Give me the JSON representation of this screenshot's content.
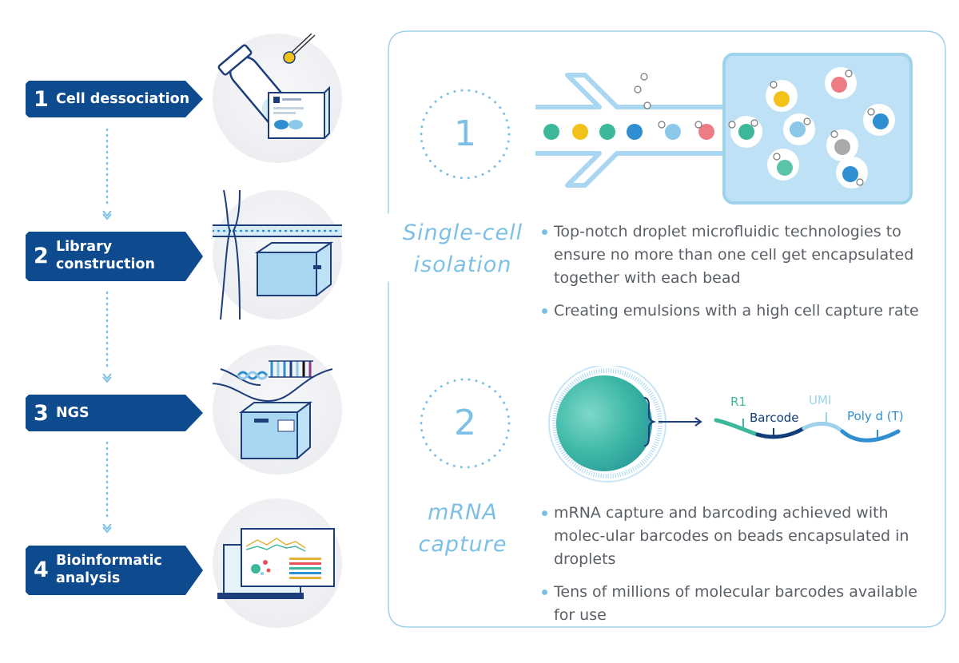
{
  "workflow": {
    "steps": [
      {
        "number": "1",
        "label_lines": [
          "Cell dessociation"
        ]
      },
      {
        "number": "2",
        "label_lines": [
          "Library",
          "construction"
        ]
      },
      {
        "number": "3",
        "label_lines": [
          "NGS"
        ]
      },
      {
        "number": "4",
        "label_lines": [
          "Bioinformatic",
          "analysis"
        ]
      }
    ]
  },
  "stages": [
    {
      "number": "1",
      "title_lines": [
        "Single-cell",
        "isolation"
      ],
      "bullets": [
        "Top-notch droplet microfluidic technologies to ensure no more than one cell get encapsulated together with each bead",
        "Creating emulsions with a high cell capture rate"
      ]
    },
    {
      "number": "2",
      "title_lines": [
        "mRNA",
        "capture"
      ],
      "bullets": [
        "mRNA capture and barcoding achieved with molec-ular barcodes on beads encapsulated in droplets",
        "Tens of millions of molecular barcodes available for use"
      ]
    }
  ],
  "oligo": {
    "labels": {
      "r1": "R1",
      "barcode": "Barcode",
      "umi": "UMI",
      "polyt": "Poly d (T)"
    }
  },
  "colors": {
    "step_tag": "#0d4a8e",
    "accent_light": "#7dc0e6",
    "panel_border": "#9fd3ec",
    "r1": "#3db89a",
    "barcode": "#123c7a",
    "umi": "#9ed2ec",
    "polyt": "#2f8fd0"
  }
}
